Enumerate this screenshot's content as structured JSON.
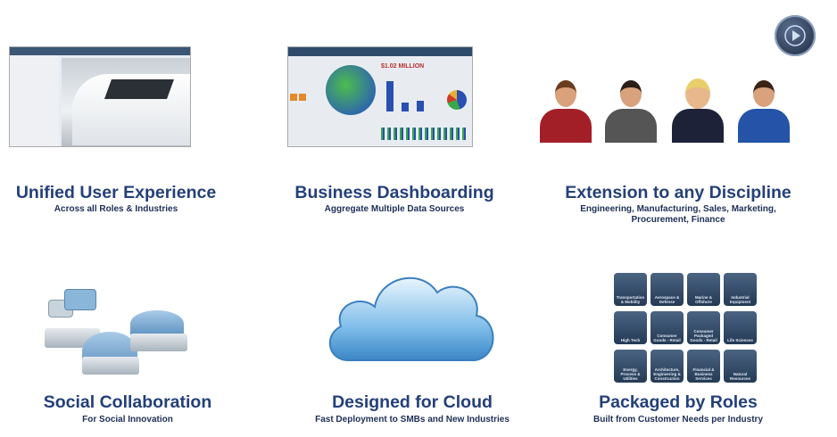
{
  "features": [
    {
      "title": "Unified User Experience",
      "subtitle": "Across all Roles & Industries"
    },
    {
      "title": "Business Dashboarding",
      "subtitle": "Aggregate Multiple Data Sources"
    },
    {
      "title": "Extension to any Discipline",
      "subtitle": "Engineering, Manufacturing, Sales, Marketing, Procurement, Finance"
    },
    {
      "title": "Social Collaboration",
      "subtitle": "For Social Innovation"
    },
    {
      "title": "Designed for Cloud",
      "subtitle": "Fast Deployment to SMBs and New Industries"
    },
    {
      "title": "Packaged by Roles",
      "subtitle": "Built from Customer Needs per Industry"
    }
  ],
  "dashboard": {
    "kpi": "$1.02 MILLION"
  },
  "industries": [
    "Transportation & Mobility",
    "Aerospace & Defense",
    "Marine & Offshore",
    "Industrial Equipment",
    "High Tech",
    "Consumer Goods - Retail",
    "Consumer Packaged Goods - Retail",
    "Life Sciences",
    "Energy, Process & Utilities",
    "Architecture, Engineering & Construction",
    "Financial & Business Services",
    "Natural Resources"
  ],
  "colors": {
    "heading": "#24407a",
    "subtitle": "#1d2f57",
    "tile": "#243a55"
  },
  "icons": {
    "play": "compass-play-icon"
  }
}
